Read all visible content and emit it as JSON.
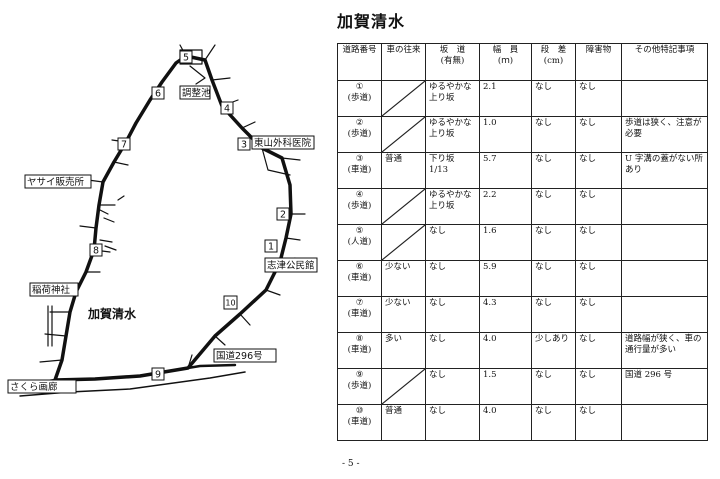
{
  "title": "加賀清水",
  "page_number": "- 5 -",
  "map": {
    "labels": {
      "yasai": "ヤサイ販売所",
      "inari": "稲荷神社",
      "kaga": "加賀清水",
      "sakura": "さくら画廊",
      "chosei": "調整池",
      "higashiyama": "東山外科医院",
      "shitsu": "志津公民館",
      "kokudo": "国道296号"
    },
    "markers": [
      "①",
      "②",
      "③",
      "④",
      "⑤",
      "⑥",
      "⑦",
      "⑧",
      "⑨",
      "⑩"
    ]
  },
  "table": {
    "headers": {
      "num": "道路番号",
      "traffic": "車の往来",
      "slope": "坂　道\n(有無)",
      "width": "幅　員\n(ｍ)",
      "step": "段　差\n(cm)",
      "obstacle": "障害物",
      "notes": "その他特記事項"
    },
    "rows": [
      {
        "num": "①",
        "type": "(歩道)",
        "traffic": "",
        "slope": "ゆるやかな上り坂",
        "width": "2.1",
        "step": "なし",
        "obstacle": "なし",
        "notes": ""
      },
      {
        "num": "②",
        "type": "(歩道)",
        "traffic": "",
        "slope": "ゆるやかな上り坂",
        "width": "1.0",
        "step": "なし",
        "obstacle": "なし",
        "notes": "歩道は狭く、注意が必要"
      },
      {
        "num": "③",
        "type": "(車道)",
        "traffic": "普通",
        "slope": "下り坂 1/13",
        "width": "5.7",
        "step": "なし",
        "obstacle": "なし",
        "notes": "U 字溝の蓋がない所あり"
      },
      {
        "num": "④",
        "type": "(歩道)",
        "traffic": "",
        "slope": "ゆるやかな上り坂",
        "width": "2.2",
        "step": "なし",
        "obstacle": "なし",
        "notes": ""
      },
      {
        "num": "⑤",
        "type": "(人道)",
        "traffic": "",
        "slope": "なし",
        "width": "1.6",
        "step": "なし",
        "obstacle": "なし",
        "notes": ""
      },
      {
        "num": "⑥",
        "type": "(車道)",
        "traffic": "少ない",
        "slope": "なし",
        "width": "5.9",
        "step": "なし",
        "obstacle": "なし",
        "notes": ""
      },
      {
        "num": "⑦",
        "type": "(車道)",
        "traffic": "少ない",
        "slope": "なし",
        "width": "4.3",
        "step": "なし",
        "obstacle": "なし",
        "notes": ""
      },
      {
        "num": "⑧",
        "type": "(車道)",
        "traffic": "多い",
        "slope": "なし",
        "width": "4.0",
        "step": "少しあり",
        "obstacle": "なし",
        "notes": "道路幅が狭く、車の通行量が多い"
      },
      {
        "num": "⑨",
        "type": "(歩道)",
        "traffic": "",
        "slope": "なし",
        "width": "1.5",
        "step": "なし",
        "obstacle": "なし",
        "notes": "国道 296 号"
      },
      {
        "num": "⑩",
        "type": "(車道)",
        "traffic": "普通",
        "slope": "なし",
        "width": "4.0",
        "step": "なし",
        "obstacle": "なし",
        "notes": ""
      }
    ]
  }
}
